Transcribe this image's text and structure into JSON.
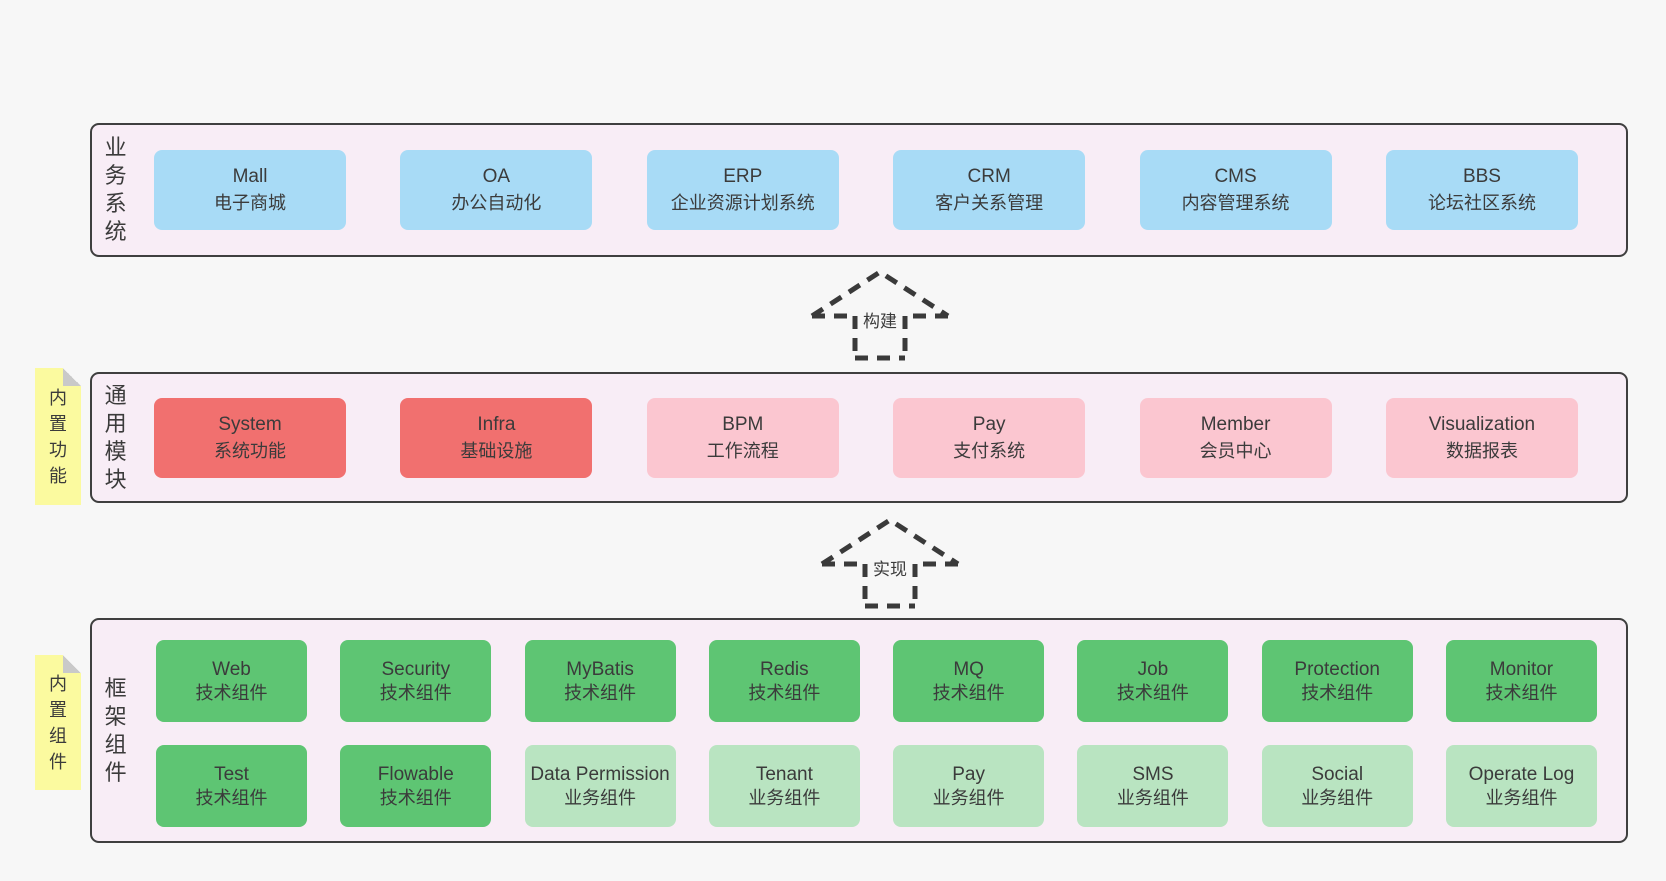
{
  "colors": {
    "page_bg": "#f7f7f7",
    "band_bg": "#f8edf6",
    "band_border": "#3f3f3f",
    "box_blue": "#a8dbf6",
    "box_red": "#f1706f",
    "box_pink": "#fbc6d0",
    "box_green": "#5ec573",
    "box_green_light": "#b9e4c1",
    "sticky_yellow": "#fbfa9f",
    "sticky_fold": "#c9c9c9",
    "text": "#3b3b3b",
    "arrow": "#3a3a3a"
  },
  "bands": [
    {
      "label": "业务系统",
      "boxes": [
        {
          "en": "Mall",
          "zh": "电子商城"
        },
        {
          "en": "OA",
          "zh": "办公自动化"
        },
        {
          "en": "ERP",
          "zh": "企业资源计划系统"
        },
        {
          "en": "CRM",
          "zh": "客户关系管理"
        },
        {
          "en": "CMS",
          "zh": "内容管理系统"
        },
        {
          "en": "BBS",
          "zh": "论坛社区系统"
        }
      ]
    },
    {
      "label": "通用模块",
      "sticky": "内置功能",
      "boxes": [
        {
          "en": "System",
          "zh": "系统功能"
        },
        {
          "en": "Infra",
          "zh": "基础设施"
        },
        {
          "en": "BPM",
          "zh": "工作流程"
        },
        {
          "en": "Pay",
          "zh": "支付系统"
        },
        {
          "en": "Member",
          "zh": "会员中心"
        },
        {
          "en": "Visualization",
          "zh": "数据报表"
        }
      ]
    },
    {
      "label": "框架组件",
      "sticky": "内置组件",
      "rows": [
        [
          {
            "en": "Web",
            "zh": "技术组件"
          },
          {
            "en": "Security",
            "zh": "技术组件"
          },
          {
            "en": "MyBatis",
            "zh": "技术组件"
          },
          {
            "en": "Redis",
            "zh": "技术组件"
          },
          {
            "en": "MQ",
            "zh": "技术组件"
          },
          {
            "en": "Job",
            "zh": "技术组件"
          },
          {
            "en": "Protection",
            "zh": "技术组件"
          },
          {
            "en": "Monitor",
            "zh": "技术组件"
          }
        ],
        [
          {
            "en": "Test",
            "zh": "技术组件"
          },
          {
            "en": "Flowable",
            "zh": "技术组件"
          },
          {
            "en": "Data Permission",
            "zh": "业务组件"
          },
          {
            "en": "Tenant",
            "zh": "业务组件"
          },
          {
            "en": "Pay",
            "zh": "业务组件"
          },
          {
            "en": "SMS",
            "zh": "业务组件"
          },
          {
            "en": "Social",
            "zh": "业务组件"
          },
          {
            "en": "Operate Log",
            "zh": "业务组件"
          }
        ]
      ]
    }
  ],
  "arrows": [
    {
      "label": "构建"
    },
    {
      "label": "实现"
    }
  ]
}
